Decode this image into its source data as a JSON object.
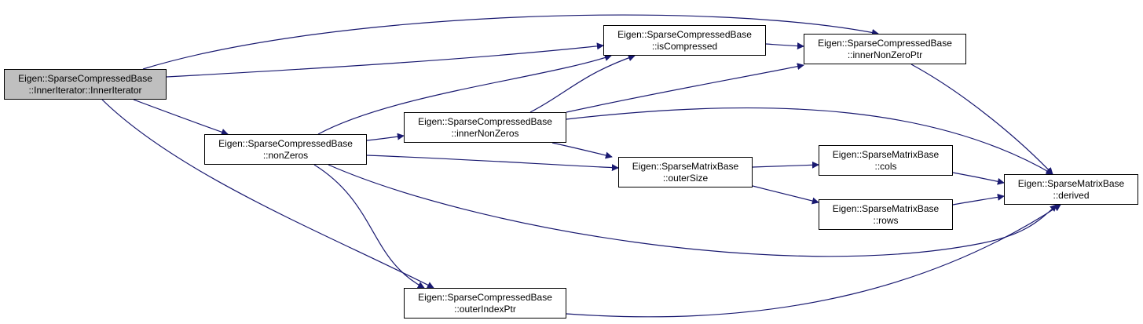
{
  "colors": {
    "edge": "#191970",
    "node_border": "#000000",
    "root_fill": "#bfbfbf",
    "node_fill": "#ffffff"
  },
  "nodes": [
    {
      "id": "inner_iterator",
      "line1": "Eigen::SparseCompressedBase",
      "line2": "::InnerIterator::InnerIterator",
      "root": true
    },
    {
      "id": "non_zeros",
      "line1": "Eigen::SparseCompressedBase",
      "line2": "::nonZeros"
    },
    {
      "id": "is_compressed",
      "line1": "Eigen::SparseCompressedBase",
      "line2": "::isCompressed"
    },
    {
      "id": "inner_non_zero_ptr",
      "line1": "Eigen::SparseCompressedBase",
      "line2": "::innerNonZeroPtr"
    },
    {
      "id": "inner_non_zeros",
      "line1": "Eigen::SparseCompressedBase",
      "line2": "::innerNonZeros"
    },
    {
      "id": "outer_size",
      "line1": "Eigen::SparseMatrixBase",
      "line2": "::outerSize"
    },
    {
      "id": "cols",
      "line1": "Eigen::SparseMatrixBase",
      "line2": "::cols"
    },
    {
      "id": "rows",
      "line1": "Eigen::SparseMatrixBase",
      "line2": "::rows"
    },
    {
      "id": "derived",
      "line1": "Eigen::SparseMatrixBase",
      "line2": "::derived"
    },
    {
      "id": "outer_index_ptr",
      "line1": "Eigen::SparseCompressedBase",
      "line2": "::outerIndexPtr"
    }
  ],
  "edges": [
    {
      "from": "inner_iterator",
      "to": "inner_non_zero_ptr"
    },
    {
      "from": "inner_iterator",
      "to": "is_compressed"
    },
    {
      "from": "inner_iterator",
      "to": "non_zeros"
    },
    {
      "from": "inner_iterator",
      "to": "outer_index_ptr"
    },
    {
      "from": "non_zeros",
      "to": "is_compressed"
    },
    {
      "from": "non_zeros",
      "to": "inner_non_zeros"
    },
    {
      "from": "non_zeros",
      "to": "outer_size"
    },
    {
      "from": "non_zeros",
      "to": "derived"
    },
    {
      "from": "non_zeros",
      "to": "outer_index_ptr"
    },
    {
      "from": "inner_non_zeros",
      "to": "is_compressed"
    },
    {
      "from": "inner_non_zeros",
      "to": "inner_non_zero_ptr"
    },
    {
      "from": "inner_non_zeros",
      "to": "outer_size"
    },
    {
      "from": "inner_non_zeros",
      "to": "derived"
    },
    {
      "from": "is_compressed",
      "to": "inner_non_zero_ptr"
    },
    {
      "from": "inner_non_zero_ptr",
      "to": "derived"
    },
    {
      "from": "outer_size",
      "to": "cols"
    },
    {
      "from": "outer_size",
      "to": "rows"
    },
    {
      "from": "cols",
      "to": "derived"
    },
    {
      "from": "rows",
      "to": "derived"
    },
    {
      "from": "outer_index_ptr",
      "to": "derived"
    }
  ]
}
